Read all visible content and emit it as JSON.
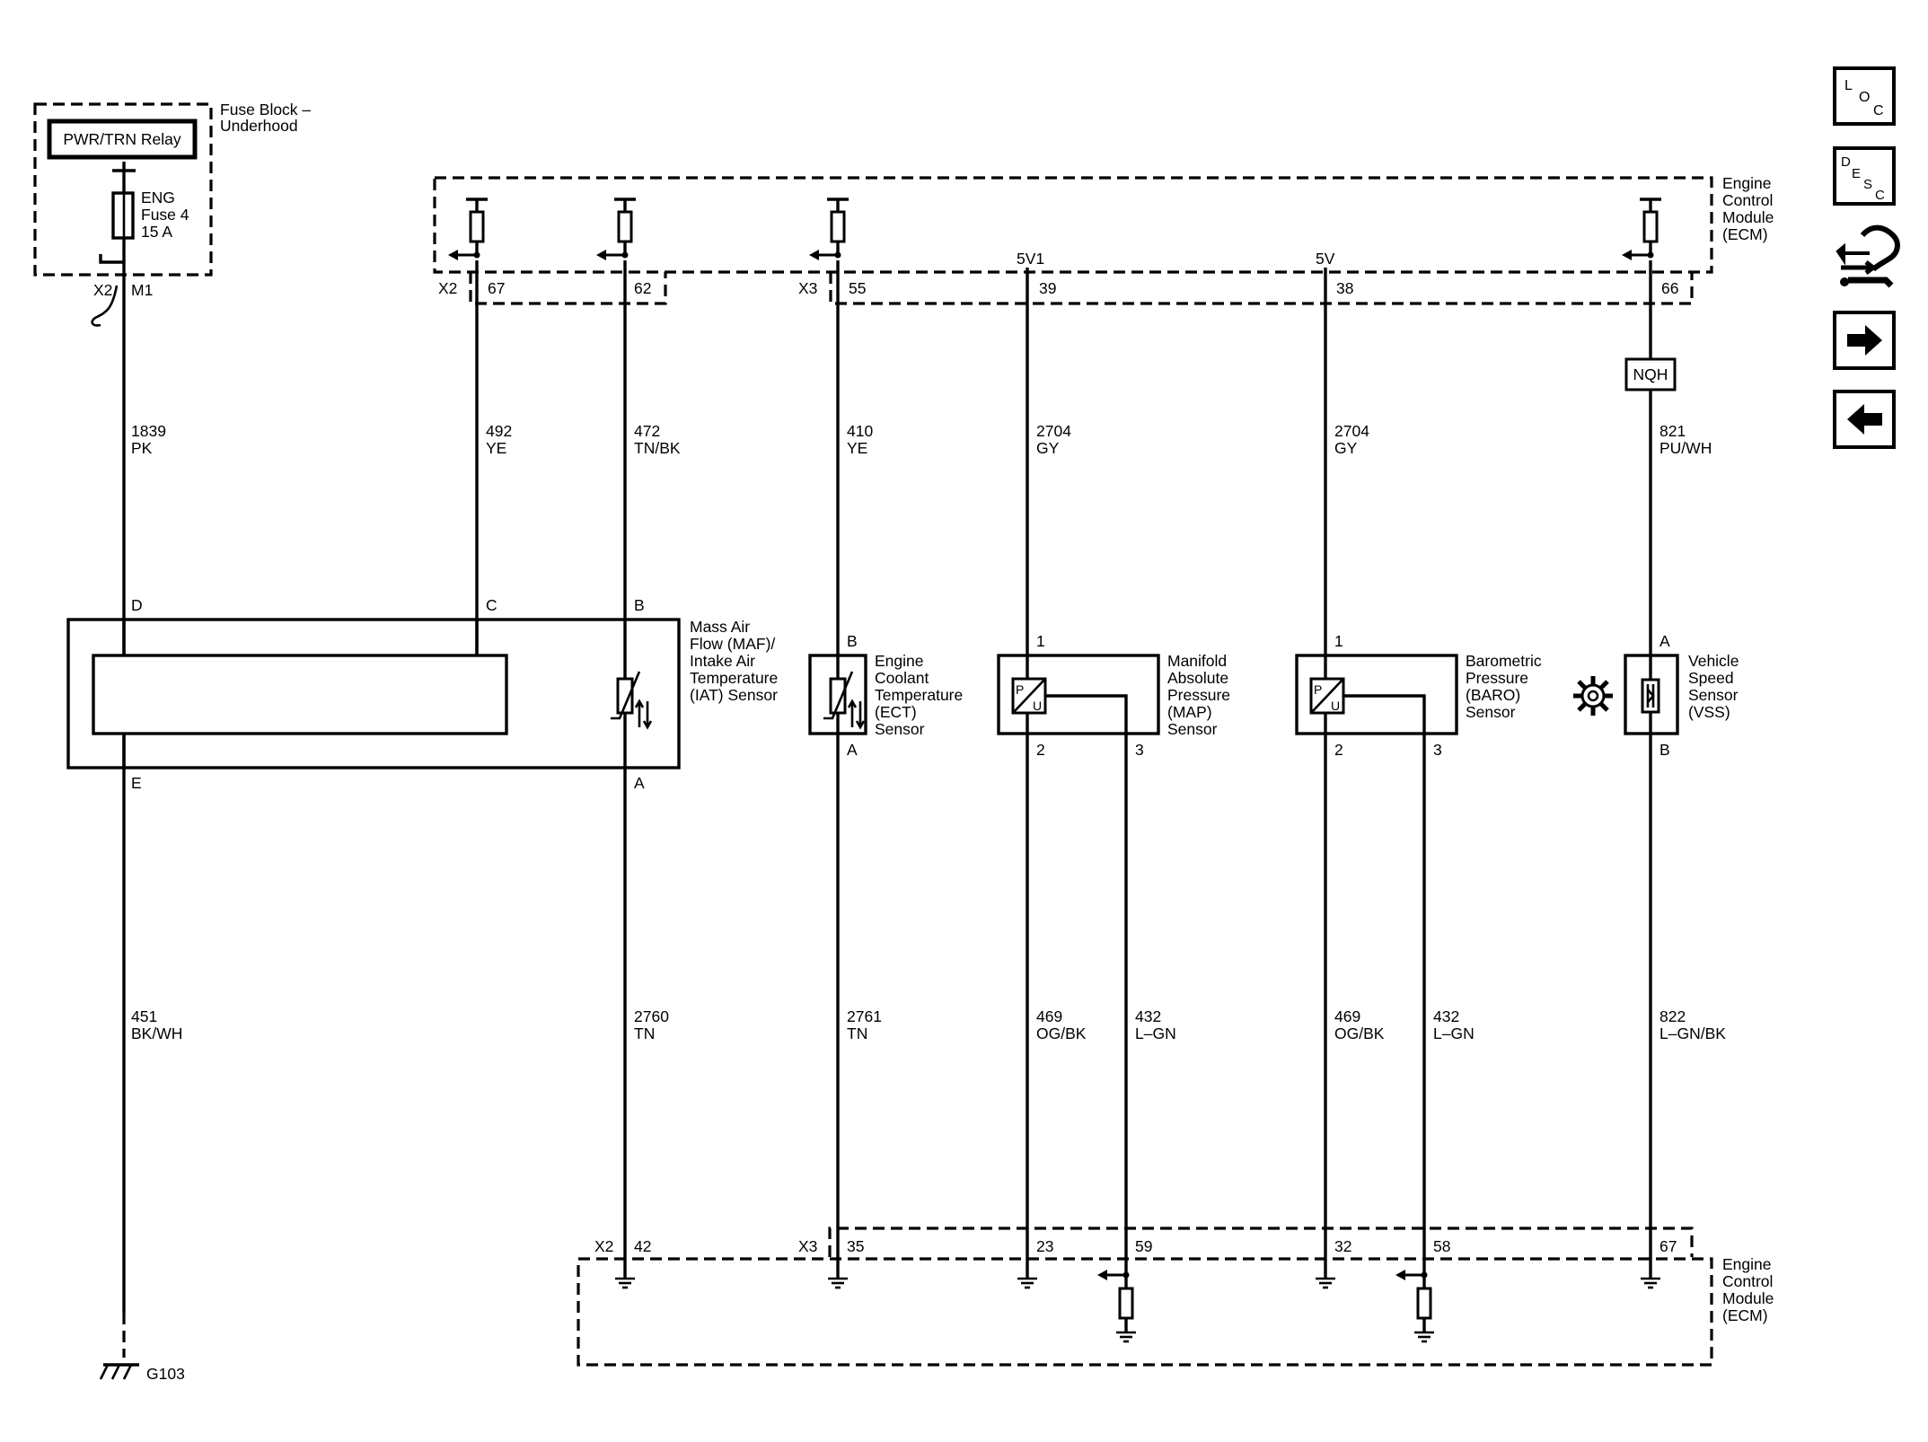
{
  "fuse_block": {
    "title_line1": "Fuse Block –",
    "title_line2": "Underhood",
    "relay_label": "PWR/TRN Relay",
    "fuse_line1": "ENG",
    "fuse_line2": "Fuse 4",
    "fuse_line3": "15 A",
    "connector": "X2",
    "pin": "M1"
  },
  "ecm": {
    "name_line1": "Engine",
    "name_line2": "Control",
    "name_line3": "Module",
    "name_line4": "(ECM)",
    "top_connector_x2": "X2",
    "top_connector_x3": "X3",
    "bottom_connector_x2": "X2",
    "bottom_connector_x3": "X3",
    "ref_5v1": "5V1",
    "ref_5v": "5V"
  },
  "top_pins": {
    "maf_signal": "67",
    "iat_signal": "62",
    "ect_signal": "55",
    "map_ref": "39",
    "baro_ref": "38",
    "vss_signal": "66"
  },
  "bottom_pins": {
    "iat_low": "42",
    "ect_low": "35",
    "map_low": "23",
    "map_signal": "59",
    "baro_low": "32",
    "baro_signal": "58",
    "vss_low": "67"
  },
  "wires_upper": {
    "pwr": {
      "circuit": "1839",
      "color": "PK"
    },
    "maf": {
      "circuit": "492",
      "color": "YE"
    },
    "iat": {
      "circuit": "472",
      "color": "TN/BK"
    },
    "ect": {
      "circuit": "410",
      "color": "YE"
    },
    "map_ref": {
      "circuit": "2704",
      "color": "GY"
    },
    "baro_ref": {
      "circuit": "2704",
      "color": "GY"
    },
    "vss": {
      "circuit": "821",
      "color": "PU/WH"
    }
  },
  "wires_lower": {
    "gnd": {
      "circuit": "451",
      "color": "BK/WH"
    },
    "iat_low": {
      "circuit": "2760",
      "color": "TN"
    },
    "ect_low": {
      "circuit": "2761",
      "color": "TN"
    },
    "map_low": {
      "circuit": "469",
      "color": "OG/BK"
    },
    "map_sig": {
      "circuit": "432",
      "color": "L–GN"
    },
    "baro_low": {
      "circuit": "469",
      "color": "OG/BK"
    },
    "baro_sig": {
      "circuit": "432",
      "color": "L–GN"
    },
    "vss_low": {
      "circuit": "822",
      "color": "L–GN/BK"
    }
  },
  "maf_sensor": {
    "name_line1": "Mass Air",
    "name_line2": "Flow (MAF)/",
    "name_line3": "Intake Air",
    "name_line4": "Temperature",
    "name_line5": "(IAT) Sensor",
    "pin_d": "D",
    "pin_c": "C",
    "pin_b": "B",
    "pin_e": "E",
    "pin_a": "A"
  },
  "ect_sensor": {
    "name_line1": "Engine",
    "name_line2": "Coolant",
    "name_line3": "Temperature",
    "name_line4": "(ECT)",
    "name_line5": "Sensor",
    "pin_top": "B",
    "pin_bottom": "A"
  },
  "map_sensor": {
    "name_line1": "Manifold",
    "name_line2": "Absolute",
    "name_line3": "Pressure",
    "name_line4": "(MAP)",
    "name_line5": "Sensor",
    "pin_1": "1",
    "pin_2": "2",
    "pin_3": "3",
    "symbol_p": "P",
    "symbol_u": "U"
  },
  "baro_sensor": {
    "name_line1": "Barometric",
    "name_line2": "Pressure",
    "name_line3": "(BARO)",
    "name_line4": "Sensor",
    "pin_1": "1",
    "pin_2": "2",
    "pin_3": "3",
    "symbol_p": "P",
    "symbol_u": "U"
  },
  "vss_sensor": {
    "name_line1": "Vehicle",
    "name_line2": "Speed",
    "name_line3": "Sensor",
    "name_line4": "(VSS)",
    "pin_a": "A",
    "pin_b": "B"
  },
  "splice_label": "NQH",
  "ground_label": "G103",
  "nav": {
    "loc": {
      "l": "L",
      "o": "O",
      "c": "C"
    },
    "desc": {
      "d": "D",
      "e": "E",
      "s": "S",
      "c": "C"
    },
    "icons": [
      "loc-icon",
      "desc-icon",
      "connector-view-icon",
      "next-page-icon",
      "previous-page-icon"
    ]
  }
}
